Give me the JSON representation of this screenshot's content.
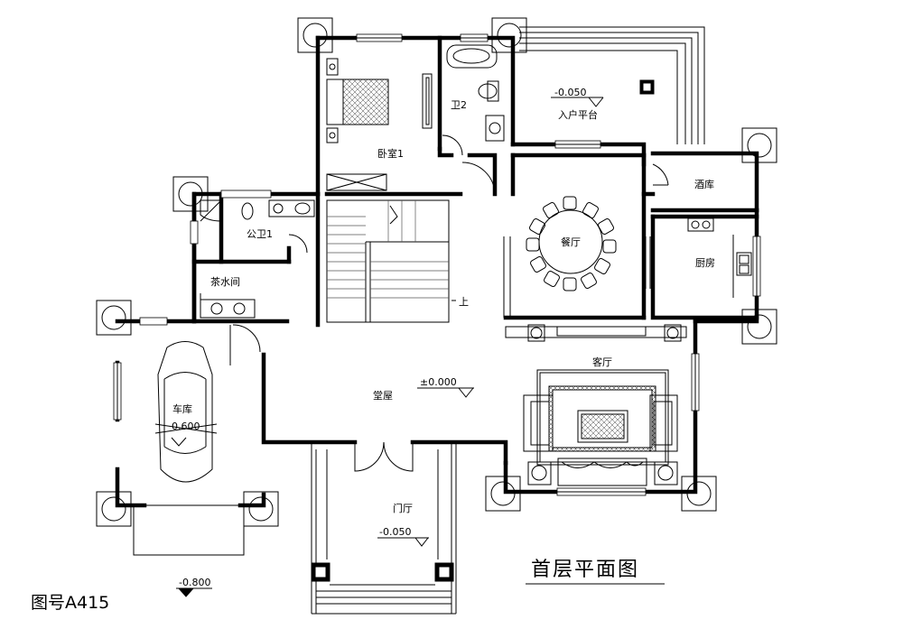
{
  "title": "首层平面图",
  "drawing_code": "图号A415",
  "rooms": {
    "bedroom": "卧室1",
    "bathroom2": "卫2",
    "entry_platform": "入户平台",
    "wine_cellar": "酒库",
    "dining": "餐厅",
    "kitchen": "厨房",
    "public_wc": "公卫1",
    "tea_room": "茶水间",
    "garage": "车库",
    "hall": "堂屋",
    "living": "客厅",
    "foyer": "门厅",
    "stair_up": "上"
  },
  "elevations": {
    "entry_platform": "-0.050",
    "garage": "0.600",
    "hall": "±0.000",
    "foyer": "-0.050",
    "exterior": "-0.800"
  }
}
